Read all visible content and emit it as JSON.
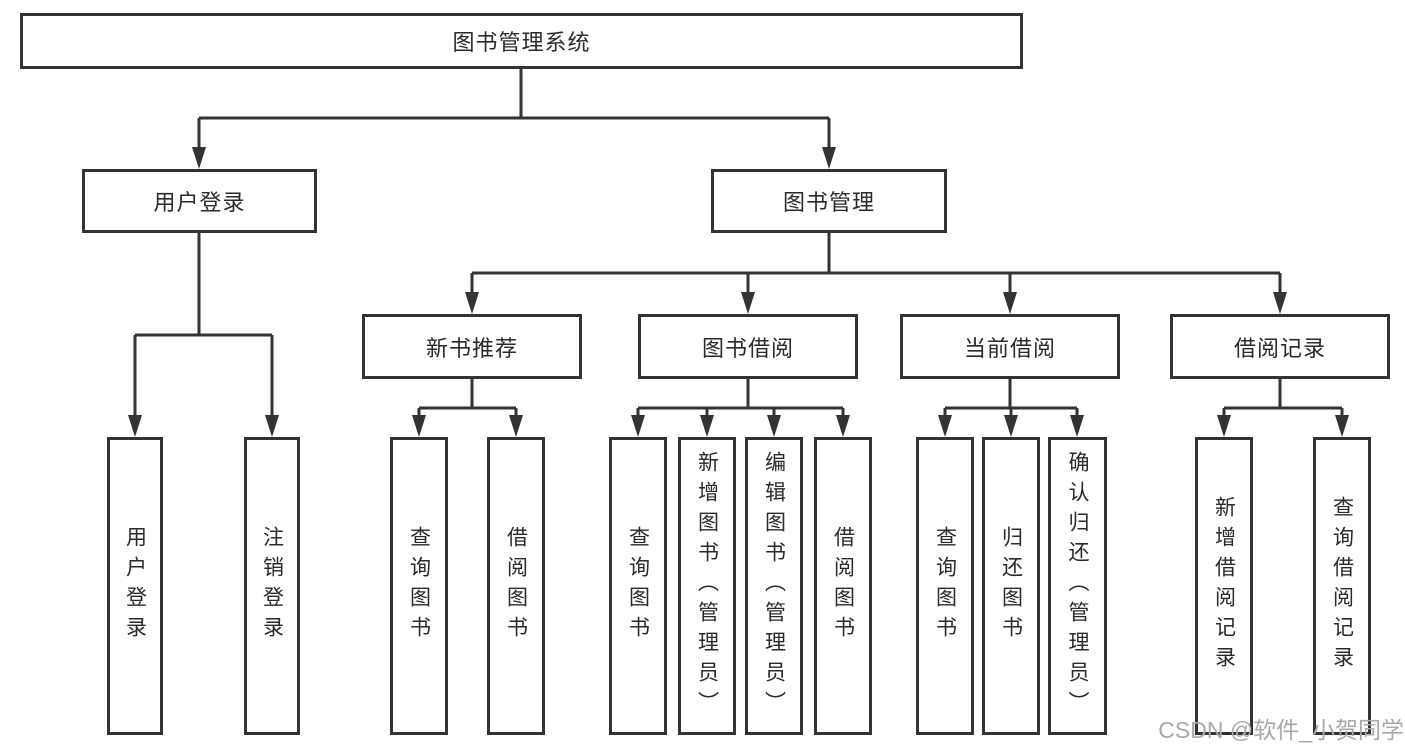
{
  "diagram": {
    "nodes": {
      "root": "图书管理系统",
      "user_login": "用户登录",
      "book_mgmt": "图书管理",
      "new_book_rec": "新书推荐",
      "book_borrow": "图书借阅",
      "current_borrow": "当前借阅",
      "borrow_records": "借阅记录",
      "ul_user_login": "用户登录",
      "ul_logout": "注销登录",
      "nbr_query_book": "查询图书",
      "nbr_borrow_book": "借阅图书",
      "bb_query_book": "查询图书",
      "bb_add_book": "新增图书（管理员）",
      "bb_edit_book": "编辑图书（管理员）",
      "bb_borrow_book": "借阅图书",
      "cb_query_book": "查询图书",
      "cb_return_book": "归还图书",
      "cb_confirm_return": "确认归还（管理员）",
      "br_add_record": "新增借阅记录",
      "br_query_record": "查询借阅记录"
    },
    "edges": [
      [
        "root",
        "user_login"
      ],
      [
        "root",
        "book_mgmt"
      ],
      [
        "user_login",
        "ul_user_login"
      ],
      [
        "user_login",
        "ul_logout"
      ],
      [
        "book_mgmt",
        "new_book_rec"
      ],
      [
        "book_mgmt",
        "book_borrow"
      ],
      [
        "book_mgmt",
        "current_borrow"
      ],
      [
        "book_mgmt",
        "borrow_records"
      ],
      [
        "new_book_rec",
        "nbr_query_book"
      ],
      [
        "new_book_rec",
        "nbr_borrow_book"
      ],
      [
        "book_borrow",
        "bb_query_book"
      ],
      [
        "book_borrow",
        "bb_add_book"
      ],
      [
        "book_borrow",
        "bb_edit_book"
      ],
      [
        "book_borrow",
        "bb_borrow_book"
      ],
      [
        "current_borrow",
        "cb_query_book"
      ],
      [
        "current_borrow",
        "cb_return_book"
      ],
      [
        "current_borrow",
        "cb_confirm_return"
      ],
      [
        "borrow_records",
        "br_add_record"
      ],
      [
        "borrow_records",
        "br_query_record"
      ]
    ],
    "colors": {
      "line": "#333333",
      "text": "#2a2a2a",
      "box_background": "#ffffff",
      "watermark": "#a9a9a9"
    }
  },
  "watermark": "CSDN @软件_小贺同学"
}
